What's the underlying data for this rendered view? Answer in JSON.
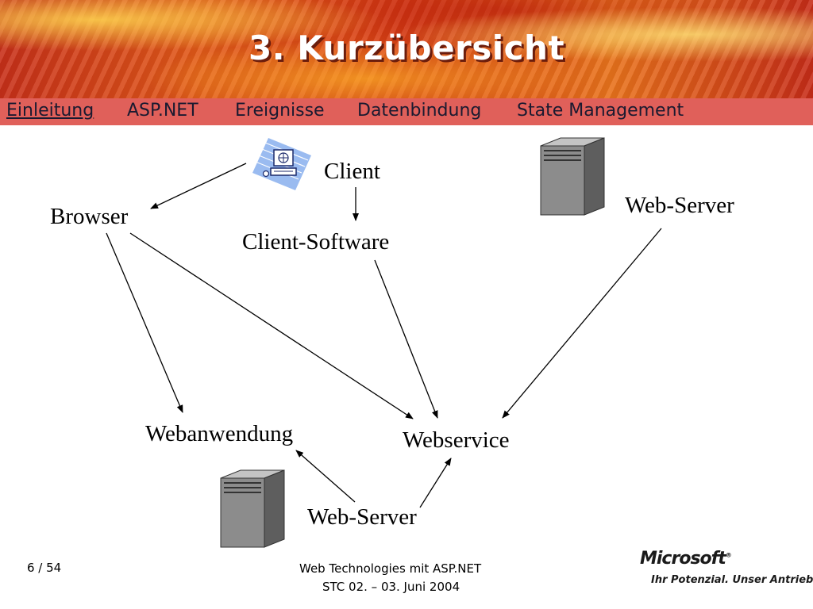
{
  "slide": {
    "title": "3. Kurzübersicht"
  },
  "nav": {
    "items": [
      {
        "label": "Einleitung",
        "active": true
      },
      {
        "label": "ASP.NET",
        "active": false
      },
      {
        "label": "Ereignisse",
        "active": false
      },
      {
        "label": "Datenbindung",
        "active": false
      },
      {
        "label": "State Management",
        "active": false
      }
    ]
  },
  "diagram": {
    "nodes": {
      "client": "Client",
      "browser": "Browser",
      "client_software": "Client-Software",
      "web_server_top": "Web-Server",
      "webanwendung": "Webanwendung",
      "webservice": "Webservice",
      "web_server_bottom": "Web-Server"
    },
    "icons": {
      "client": "client-computer-icon",
      "server_top": "server-tower-icon",
      "server_bottom": "server-tower-icon"
    },
    "arrows": [
      {
        "from": "client",
        "to": "browser"
      },
      {
        "from": "client",
        "to": "client_software"
      },
      {
        "from": "browser",
        "to": "webanwendung"
      },
      {
        "from": "browser",
        "to": "webservice"
      },
      {
        "from": "client_software",
        "to": "webservice"
      },
      {
        "from": "web_server_top",
        "to": "webservice"
      },
      {
        "from": "web_server_bottom",
        "to": "webanwendung"
      },
      {
        "from": "web_server_bottom",
        "to": "webservice"
      }
    ]
  },
  "footer": {
    "page": "6 / 54",
    "line1": "Web Technologies mit ASP.NET",
    "line2": "STC 02. – 03. Juni 2004",
    "brand": "Microsoft",
    "slogan": "Ihr Potenzial. Unser Antrieb."
  },
  "colors": {
    "banner_red": "#d83d14",
    "nav_bar": "#e0605a",
    "title_text": "#ffffff",
    "server_gray": "#8c8c8c"
  }
}
